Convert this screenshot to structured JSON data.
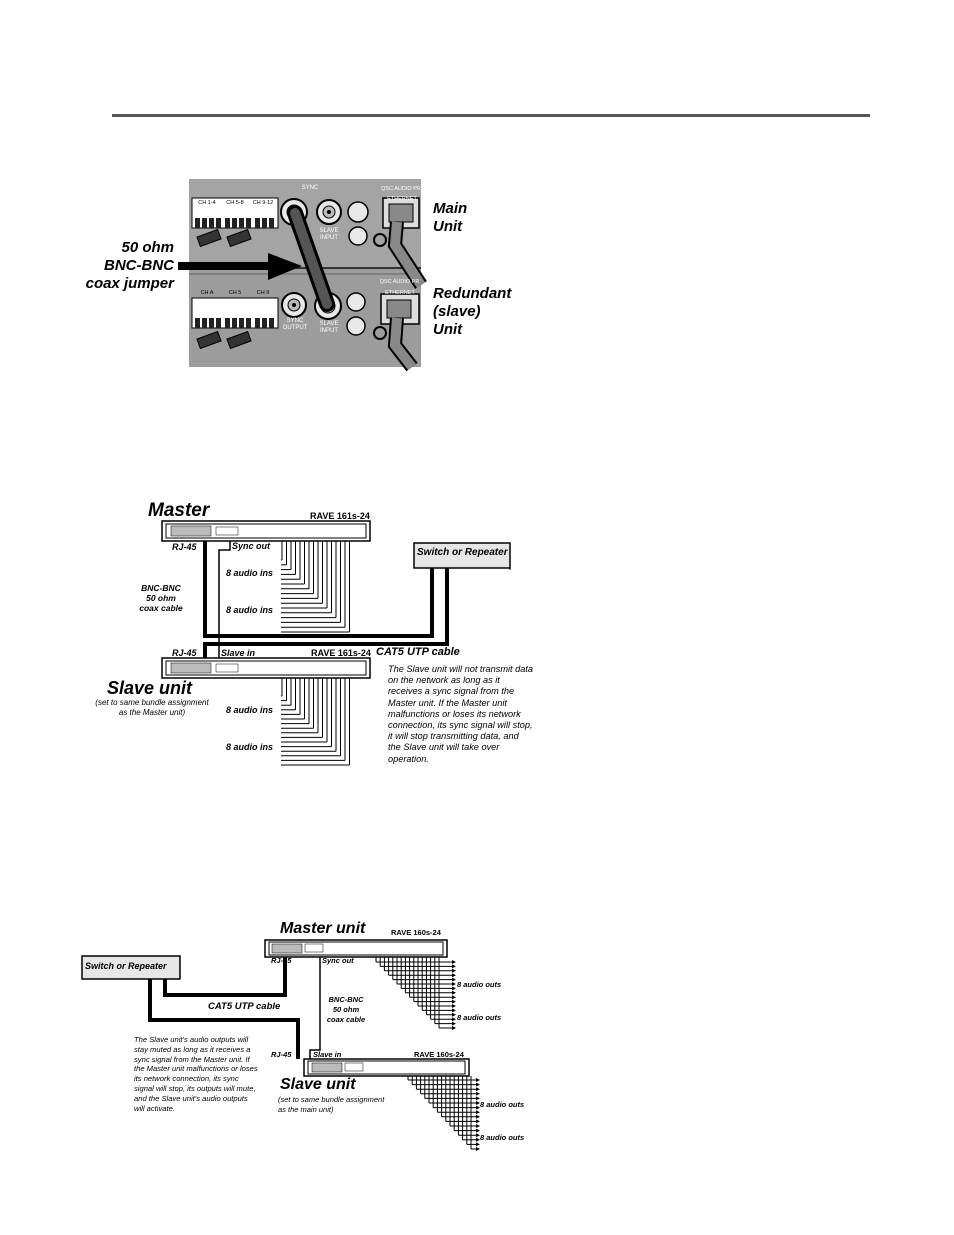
{
  "figure1": {
    "main_unit": "Main\nUnit",
    "redundant_unit": "Redundant\n(slave)\nUnit",
    "jumper": "50 ohm\nBNC-BNC\ncoax jumper",
    "panel_sync_output": "SYNC\nOUTPUT",
    "panel_slave_input": "SLAVE\nINPUT",
    "panel_sync": "SYNC",
    "panel_ethernet": "ETHERNET",
    "panel_brand": "QSC AUDIO PR",
    "panel_ch_labels": [
      "CH 1-4",
      "CH 5-8",
      "CH 9-12"
    ],
    "panel_ch_labels2": [
      "CH A",
      "CH 5",
      "CH 9"
    ]
  },
  "figure2": {
    "master": "Master",
    "slave": "Slave unit",
    "slave_sub": "(set to same bundle assignment\nas the Master unit)",
    "model_top": "RAVE 161s-24",
    "model_bottom": "RAVE 161s-24",
    "rj45_top": "RJ-45",
    "rj45_bottom": "RJ-45",
    "sync_out": "Sync out",
    "slave_in": "Slave in",
    "switch": "Switch or Repeater",
    "bnc": "BNC-BNC\n50 ohm\ncoax cable",
    "cat5": "CAT5 UTP cable",
    "ins": [
      "8 audio ins",
      "8 audio ins",
      "8 audio ins",
      "8 audio ins"
    ],
    "note": "The Slave unit will not transmit data on the network as long as it receives a sync signal from the Master unit. If the Master unit malfunctions or loses its network connection, its sync signal will stop, it will stop transmitting data, and the Slave unit will take over operation."
  },
  "figure3": {
    "master": "Master unit",
    "slave": "Slave unit",
    "slave_sub": "(set to same bundle assignment\nas the main unit)",
    "model_top": "RAVE 160s-24",
    "model_bottom": "RAVE 160s-24",
    "rj45_top": "RJ-45",
    "rj45_bottom": "RJ-45",
    "sync_out": "Sync out",
    "slave_in": "Slave in",
    "switch": "Switch or Repeater",
    "bnc": "BNC-BNC\n50 ohm\ncoax cable",
    "cat5": "CAT5 UTP cable",
    "outs": [
      "8 audio outs",
      "8 audio outs",
      "8 audio outs",
      "8 audio outs"
    ],
    "note": "The Slave unit's audio outputs will stay muted as long as it receives a sync signal from the Master unit. If the Master unit malfunctions or loses its network connection, its sync signal will stop, its outputs will mute, and the Slave unit's audio outputs will activate."
  }
}
